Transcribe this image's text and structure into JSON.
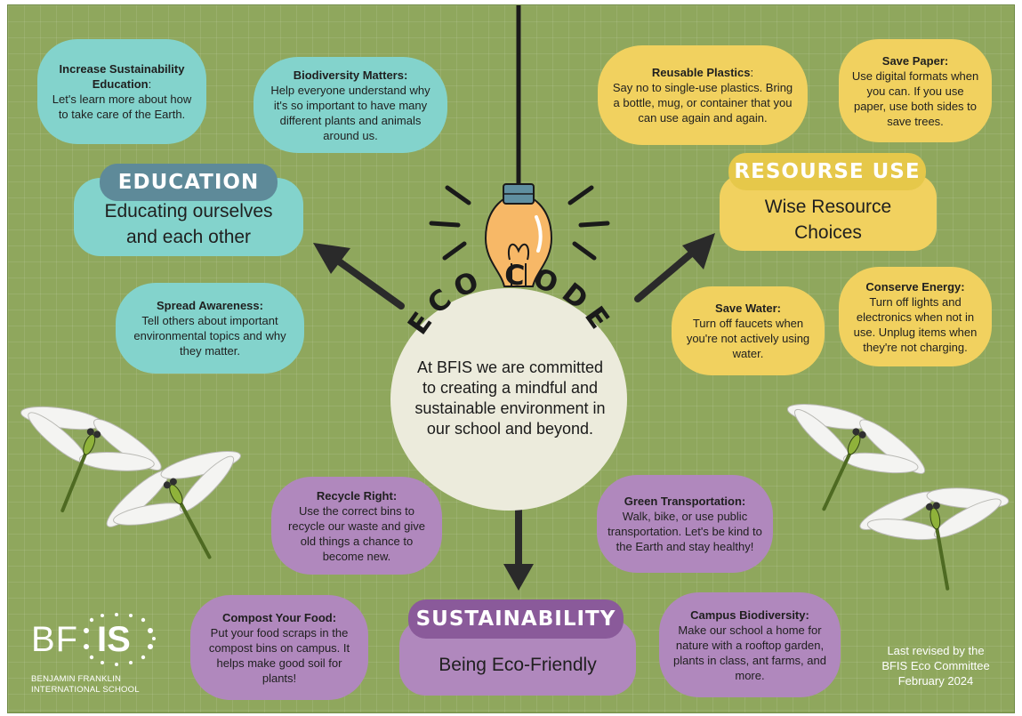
{
  "header_stem_color": "#1a1a1a",
  "center": {
    "title": "ECO CODE",
    "text": "At BFIS we are committed to creating a mindful and sustainable environment in our school and beyond."
  },
  "categories": {
    "education": {
      "label": "EDUCATION",
      "text": "Educating ourselves and each other",
      "color": "#5e8a99"
    },
    "resource_use": {
      "label": "RESOURSE USE",
      "text": "Wise Resource Choices",
      "color": "#e6c84a"
    },
    "sustainability": {
      "label": "SUSTAINABILITY",
      "text": "Being Eco-Friendly",
      "color": "#8a5a9a"
    }
  },
  "tips": {
    "increase_education": {
      "title": "Increase Sustainability Education",
      "colon": ":",
      "text": "Let's learn more about how to take care of the Earth."
    },
    "biodiversity": {
      "title": "Biodiversity Matters:",
      "text": "Help everyone understand why it's so important to have many different plants and animals around us."
    },
    "awareness": {
      "title": "Spread Awareness:",
      "text": "Tell others about important environmental topics and why they matter."
    },
    "plastics": {
      "title": "Reusable Plastics",
      "colon": ":",
      "text": "Say no to single-use plastics. Bring a bottle, mug, or container that you can use again and again."
    },
    "paper": {
      "title": "Save Paper:",
      "text": "Use digital formats when you can. If you use paper, use both sides to save trees."
    },
    "water": {
      "title": "Save Water:",
      "text": "Turn off faucets when you're not actively using water."
    },
    "energy": {
      "title": "Conserve Energy:",
      "text": "Turn off lights and electronics when not in use. Unplug items when they're not charging."
    },
    "recycle": {
      "title": "Recycle Right:",
      "text": "Use the correct bins to recycle our waste and give old things a chance to become new."
    },
    "transport": {
      "title": "Green Transportation:",
      "text": "Walk, bike, or use public transportation. Let's be kind to the Earth and stay healthy!"
    },
    "compost": {
      "title": "Compost Your Food:",
      "text": "Put your food scraps in the compost bins on campus. It helps make good soil for plants!"
    },
    "campus_biodiversity": {
      "title": "Campus Biodiversity:",
      "text": "Make our school a home for nature with a rooftop garden, plants in class, ant farms, and more."
    }
  },
  "logo": {
    "initials_left": "BF",
    "initials_right": "IS",
    "name_line1": "BENJAMIN FRANKLIN",
    "name_line2": "INTERNATIONAL SCHOOL"
  },
  "footer": {
    "line1": "Last revised by the",
    "line2": "BFIS Eco Committee",
    "line3": "February 2024"
  },
  "colors": {
    "background": "#8fa75d",
    "teal": "#83d3cc",
    "yellow": "#f1d15f",
    "purple": "#b088bd",
    "bulb": "#f7b867",
    "bulb_cap": "#5f8fa0"
  }
}
